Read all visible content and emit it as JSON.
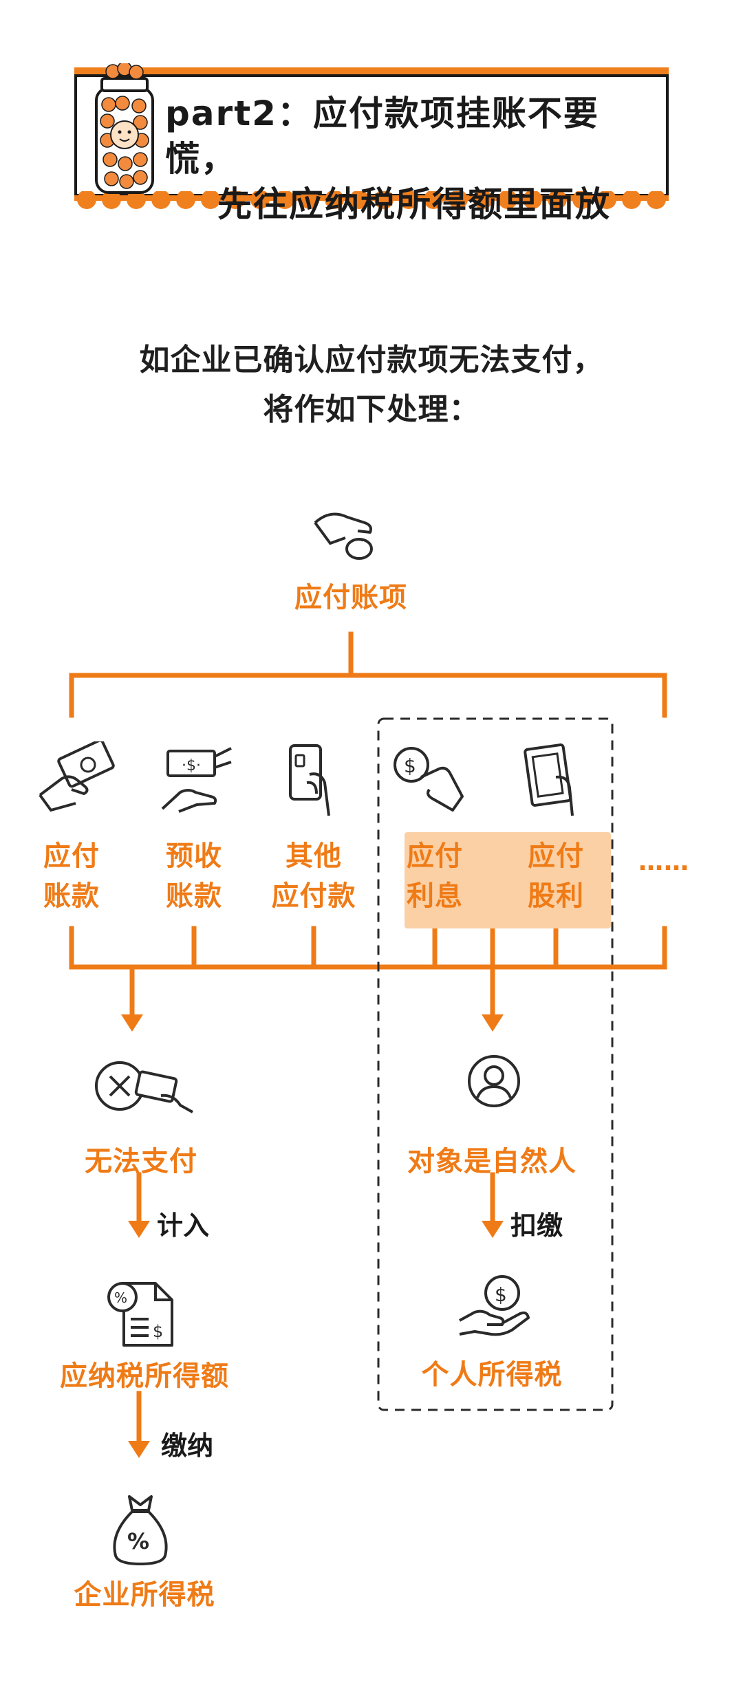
{
  "header": {
    "title_line1": "part2：应付款项挂账不要慌，",
    "title_line2": "先往应纳税所得额里面放"
  },
  "intro": {
    "line1": "如企业已确认应付款项无法支付，",
    "line2": "将作如下处理："
  },
  "diagram": {
    "root": "应付账项",
    "categories": [
      {
        "line1": "应付",
        "line2": "账款"
      },
      {
        "line1": "预收",
        "line2": "账款"
      },
      {
        "line1": "其他",
        "line2": "应付款"
      },
      {
        "line1": "应付",
        "line2": "利息"
      },
      {
        "line1": "应付",
        "line2": "股利"
      }
    ],
    "ellipsis": "……",
    "left_flow": {
      "step1": "无法支付",
      "arrow1": "计入",
      "step2": "应纳税所得额",
      "arrow2": "缴纳",
      "step3": "企业所得税"
    },
    "right_flow": {
      "step1": "对象是自然人",
      "arrow1": "扣缴",
      "step2": "个人所得税"
    }
  },
  "colors": {
    "accent": "#ef7b17",
    "highlight": "#fbd0a5",
    "text": "#1a1a1a"
  }
}
